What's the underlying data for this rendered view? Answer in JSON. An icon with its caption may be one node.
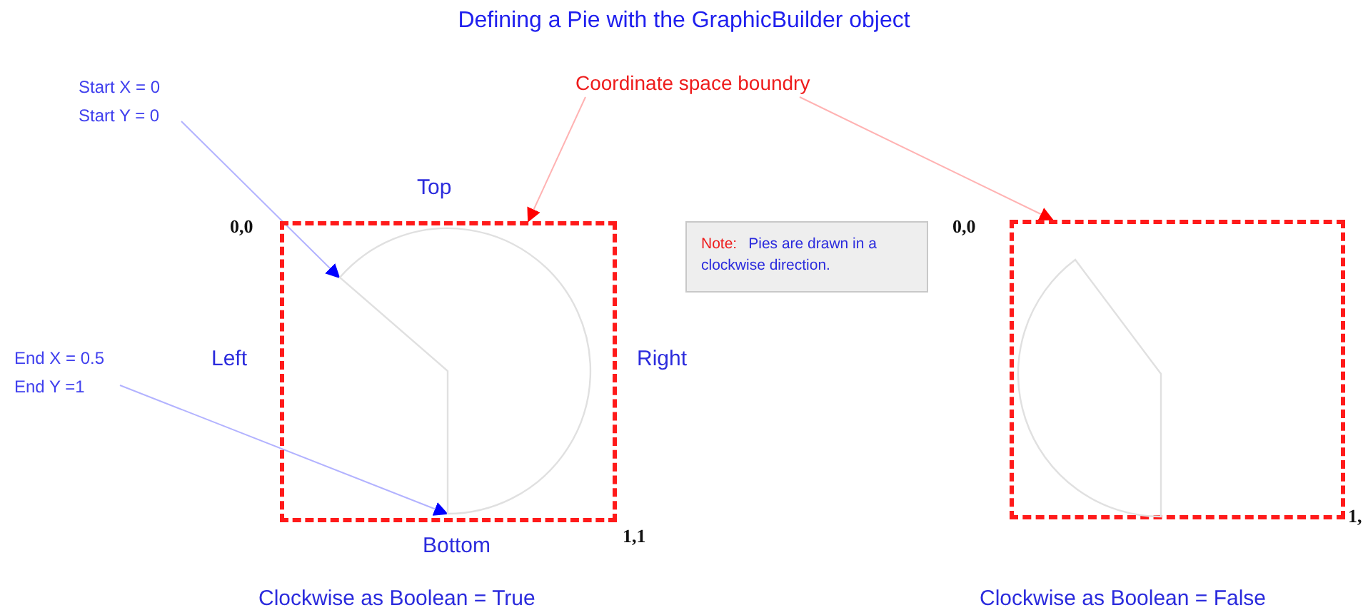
{
  "diagram": {
    "title": "Defining a Pie with the GraphicBuilder object",
    "nodes": [
      {
        "text": [
          "Start X = 0 Start Y = 0"
        ]
      },
      {
        "text": [
          "End X = 0.5 End Y =1"
        ]
      },
      {
        "text": [
          "Coordinate space boundry"
        ]
      },
      {
        "text": [],
        "shape": "box",
        "beside": [
          "Top",
          "Left",
          "Right",
          "Bottom"
        ]
      },
      {
        "text": [],
        "shape": "picture",
        "in": 3
      },
      {
        "text": [],
        "shape": "box"
      },
      {
        "text": [
          "Note:",
          "Pies are drawn in a clockwise direction."
        ]
      }
    ],
    "edges": [
      {
        "from": 0,
        "to": 4,
        "arrow": "to",
        "color": "#0000ff"
      },
      {
        "from": 1,
        "to": 4,
        "arrow": "to",
        "color": "#0000ff"
      },
      {
        "from": 2,
        "to": 3,
        "arrow": "to",
        "color": "#ff0000"
      },
      {
        "from": 2,
        "to": 5,
        "arrow": "to",
        "color": "#ff0000"
      }
    ],
    "labels": [
      "0,0",
      "1,1",
      "0,0",
      "1,",
      "Clockwise as Boolean = True",
      "Clockwise as Boolean = False"
    ]
  }
}
